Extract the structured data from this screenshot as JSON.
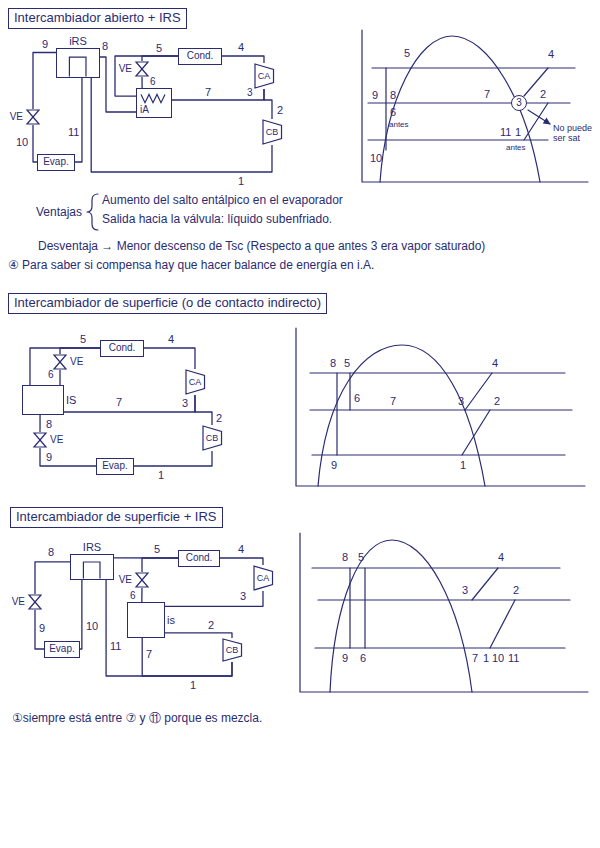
{
  "diagram": {
    "nodes": [
      {
        "text": [
          "Intercambiador abierto + IRS"
        ]
      },
      {
        "text": [
          "iRS"
        ]
      },
      {
        "text": [
          "VE"
        ]
      },
      {
        "text": [
          "Evap."
        ]
      },
      {
        "text": [
          "VE"
        ]
      },
      {
        "text": [
          "Cond."
        ]
      },
      {
        "text": [
          "CA"
        ]
      },
      {
        "text": [
          "CB"
        ]
      },
      {
        "text": [
          "iA"
        ]
      },
      {
        "text": [
          "3"
        ]
      },
      {
        "text": [
          "Intercambiador de superficie (o de contacto indirecto)"
        ]
      },
      {
        "text": [
          "Cond."
        ]
      },
      {
        "text": [
          "VE"
        ]
      },
      {
        "text": [
          "CA"
        ]
      },
      {
        "text": [
          "IS"
        ]
      },
      {
        "text": [
          "VE"
        ]
      },
      {
        "text": [
          "Evap."
        ]
      },
      {
        "text": [
          "CB"
        ]
      },
      {
        "text": [
          "Intercambiador de superficie + IRS"
        ]
      },
      {
        "text": [
          "IRS"
        ]
      },
      {
        "text": [
          "Cond."
        ]
      },
      {
        "text": [
          "VE"
        ]
      },
      {
        "text": [
          "CA"
        ]
      },
      {
        "text": [
          "is"
        ]
      },
      {
        "text": [
          "CB"
        ]
      },
      {
        "text": [
          "VE"
        ]
      },
      {
        "text": [
          "Evap."
        ]
      }
    ],
    "edges": [
      {
        "from": 5,
        "to": 4,
        "arrow": "none"
      },
      {
        "from": 4,
        "to": 8,
        "arrow": "none"
      },
      {
        "from": 5,
        "to": 8,
        "arrow": "none"
      },
      {
        "from": 8,
        "to": 1,
        "arrow": "none"
      },
      {
        "from": 1,
        "to": 2,
        "arrow": "none"
      },
      {
        "from": 2,
        "to": 3,
        "arrow": "none"
      },
      {
        "from": 3,
        "to": 1,
        "arrow": "none"
      },
      {
        "from": 1,
        "to": 7,
        "arrow": "none"
      },
      {
        "from": 7,
        "to": 6,
        "arrow": "none"
      },
      {
        "from": 8,
        "to": 6,
        "arrow": "none"
      },
      {
        "from": 6,
        "to": 5,
        "arrow": "none"
      },
      {
        "from": 11,
        "to": 12,
        "arrow": "none"
      },
      {
        "from": 12,
        "to": 14,
        "arrow": "none"
      },
      {
        "from": 11,
        "to": 14,
        "arrow": "none"
      },
      {
        "from": 14,
        "to": 15,
        "arrow": "none"
      },
      {
        "from": 15,
        "to": 16,
        "arrow": "none"
      },
      {
        "from": 16,
        "to": 17,
        "arrow": "none"
      },
      {
        "from": 17,
        "to": 13,
        "arrow": "none"
      },
      {
        "from": 14,
        "to": 13,
        "arrow": "none"
      },
      {
        "from": 13,
        "to": 11,
        "arrow": "none"
      },
      {
        "from": 20,
        "to": 19,
        "arrow": "none"
      },
      {
        "from": 20,
        "to": 21,
        "arrow": "none"
      },
      {
        "from": 21,
        "to": 23,
        "arrow": "none"
      },
      {
        "from": 23,
        "to": 24,
        "arrow": "none"
      },
      {
        "from": 19,
        "to": 25,
        "arrow": "none"
      },
      {
        "from": 25,
        "to": 26,
        "arrow": "none"
      },
      {
        "from": 26,
        "to": 19,
        "arrow": "none"
      },
      {
        "from": 19,
        "to": 24,
        "arrow": "none"
      },
      {
        "from": 24,
        "to": 23,
        "arrow": "none"
      },
      {
        "from": 23,
        "to": 22,
        "arrow": "none"
      },
      {
        "from": 22,
        "to": 20,
        "arrow": "none"
      }
    ],
    "labels": [
      "9",
      "8",
      "5",
      "4",
      "6",
      "7",
      "3",
      "2",
      "10",
      "11",
      "1",
      "5",
      "4",
      "9",
      "8",
      "6",
      "antes",
      "7",
      "2",
      "No puede ser sat",
      "10",
      "11",
      "1",
      "antes",
      "Ventajas",
      "Aumento del salto entálpico en el evaporador",
      "Salida hacia la válvula: líquido subenfriado.",
      "Desventaja → Menor descenso de Tsc (Respecto a que antes 3 era vapor saturado)",
      "④ Para saber si compensa hay que hacer balance de energía en i.A.",
      "5",
      "4",
      "6",
      "7",
      "3",
      "2",
      "8",
      "9",
      "1",
      "8",
      "5",
      "6",
      "7",
      "3",
      "2",
      "4",
      "9",
      "1",
      "8",
      "5",
      "4",
      "6",
      "3",
      "2",
      "9",
      "10",
      "11",
      "7",
      "1",
      "8",
      "5",
      "4",
      "3",
      "2",
      "9",
      "6",
      "7",
      "1",
      "10",
      "11",
      "①siempre está entre ⑦ y ⑪ porque es mezcla."
    ]
  }
}
